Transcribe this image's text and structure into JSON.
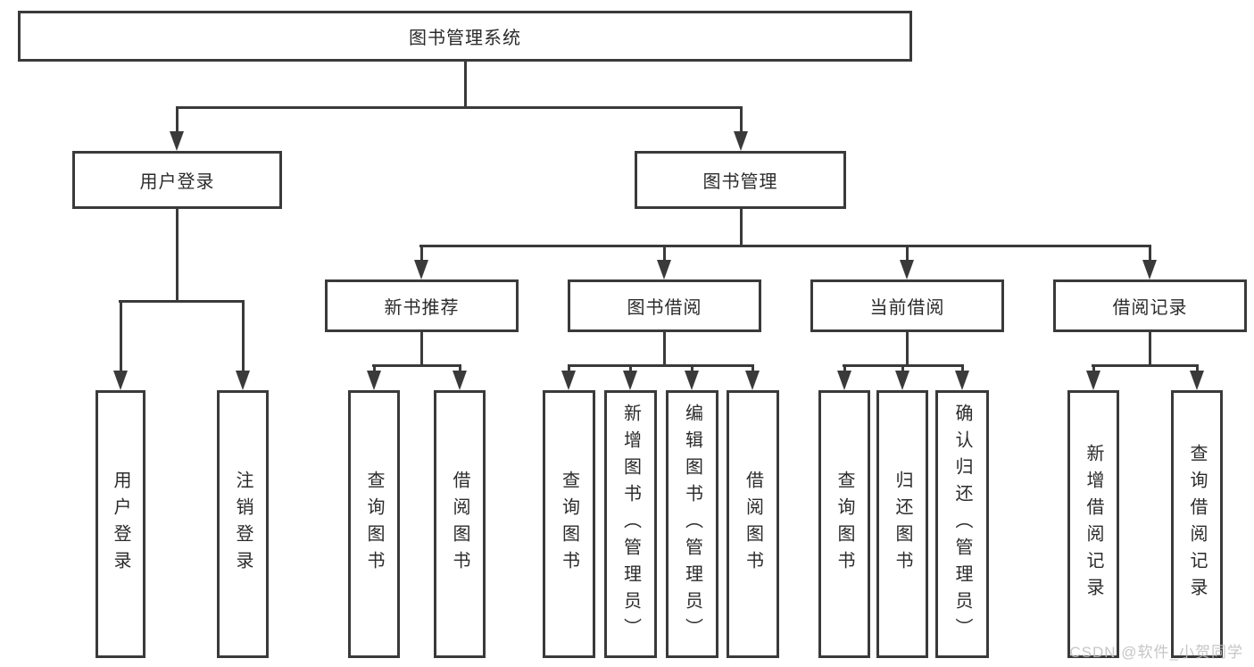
{
  "colors": {
    "line": "#3a3a3a",
    "text": "#2b2b2b",
    "background": "#ffffff",
    "watermark": "#bfbfbf"
  },
  "diagram": {
    "root": {
      "label": "图书管理系统"
    },
    "branches": [
      {
        "label": "用户登录",
        "children": [
          {
            "label": "用户登录"
          },
          {
            "label": "注销登录"
          }
        ]
      },
      {
        "label": "图书管理",
        "children": [
          {
            "label": "新书推荐",
            "children": [
              {
                "label": "查询图书"
              },
              {
                "label": "借阅图书"
              }
            ]
          },
          {
            "label": "图书借阅",
            "children": [
              {
                "label": "查询图书"
              },
              {
                "label": "新增图书（管理员）"
              },
              {
                "label": "编辑图书（管理员）"
              },
              {
                "label": "借阅图书"
              }
            ]
          },
          {
            "label": "当前借阅",
            "children": [
              {
                "label": "查询图书"
              },
              {
                "label": "归还图书"
              },
              {
                "label": "确认归还（管理员）"
              }
            ]
          },
          {
            "label": "借阅记录",
            "children": [
              {
                "label": "新增借阅记录"
              },
              {
                "label": "查询借阅记录"
              }
            ]
          }
        ]
      }
    ]
  },
  "watermark": {
    "text": "CSDN @软件_小贺同学"
  }
}
